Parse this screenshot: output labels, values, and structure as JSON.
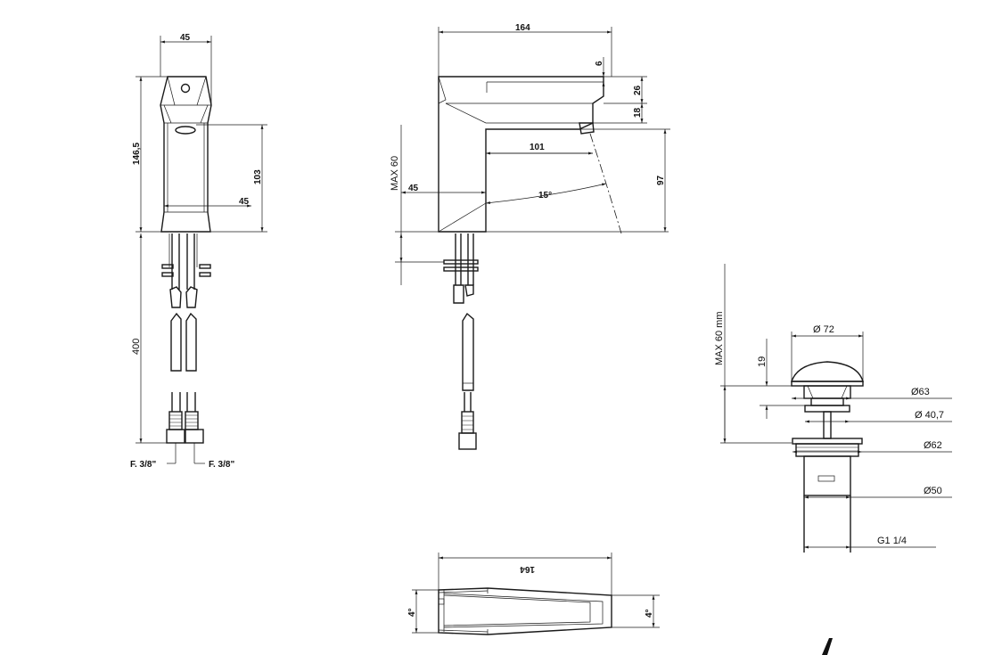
{
  "front_view": {
    "dim_width_top": "45",
    "dim_height_total": "146,5",
    "dim_spout_height": "103",
    "dim_width_base": "45",
    "dim_hose_length": "400",
    "connection_left": "F. 3/8\"",
    "connection_right": "F. 3/8\""
  },
  "side_view": {
    "dim_length": "164",
    "dim_lever": "6",
    "dim_lever_height": "26",
    "dim_spout_thickness": "18",
    "dim_reach": "101",
    "dim_outlet_height": "97",
    "dim_body_depth": "45",
    "dim_angle": "15°",
    "dim_max_deck": "MAX 60"
  },
  "top_view": {
    "dim_length": "164",
    "dim_angle_left": "4°",
    "dim_angle_right": "4°"
  },
  "waste_view": {
    "dim_max_deck": "MAX 60 mm",
    "dim_cap_height": "19",
    "dim_cap_dia": "Ø 72",
    "dim_flange_dia": "Ø63",
    "dim_stem_dia": "Ø 40,7",
    "dim_nut_dia": "Ø62",
    "dim_body_dia": "Ø50",
    "dim_thread": "G1 1/4"
  }
}
